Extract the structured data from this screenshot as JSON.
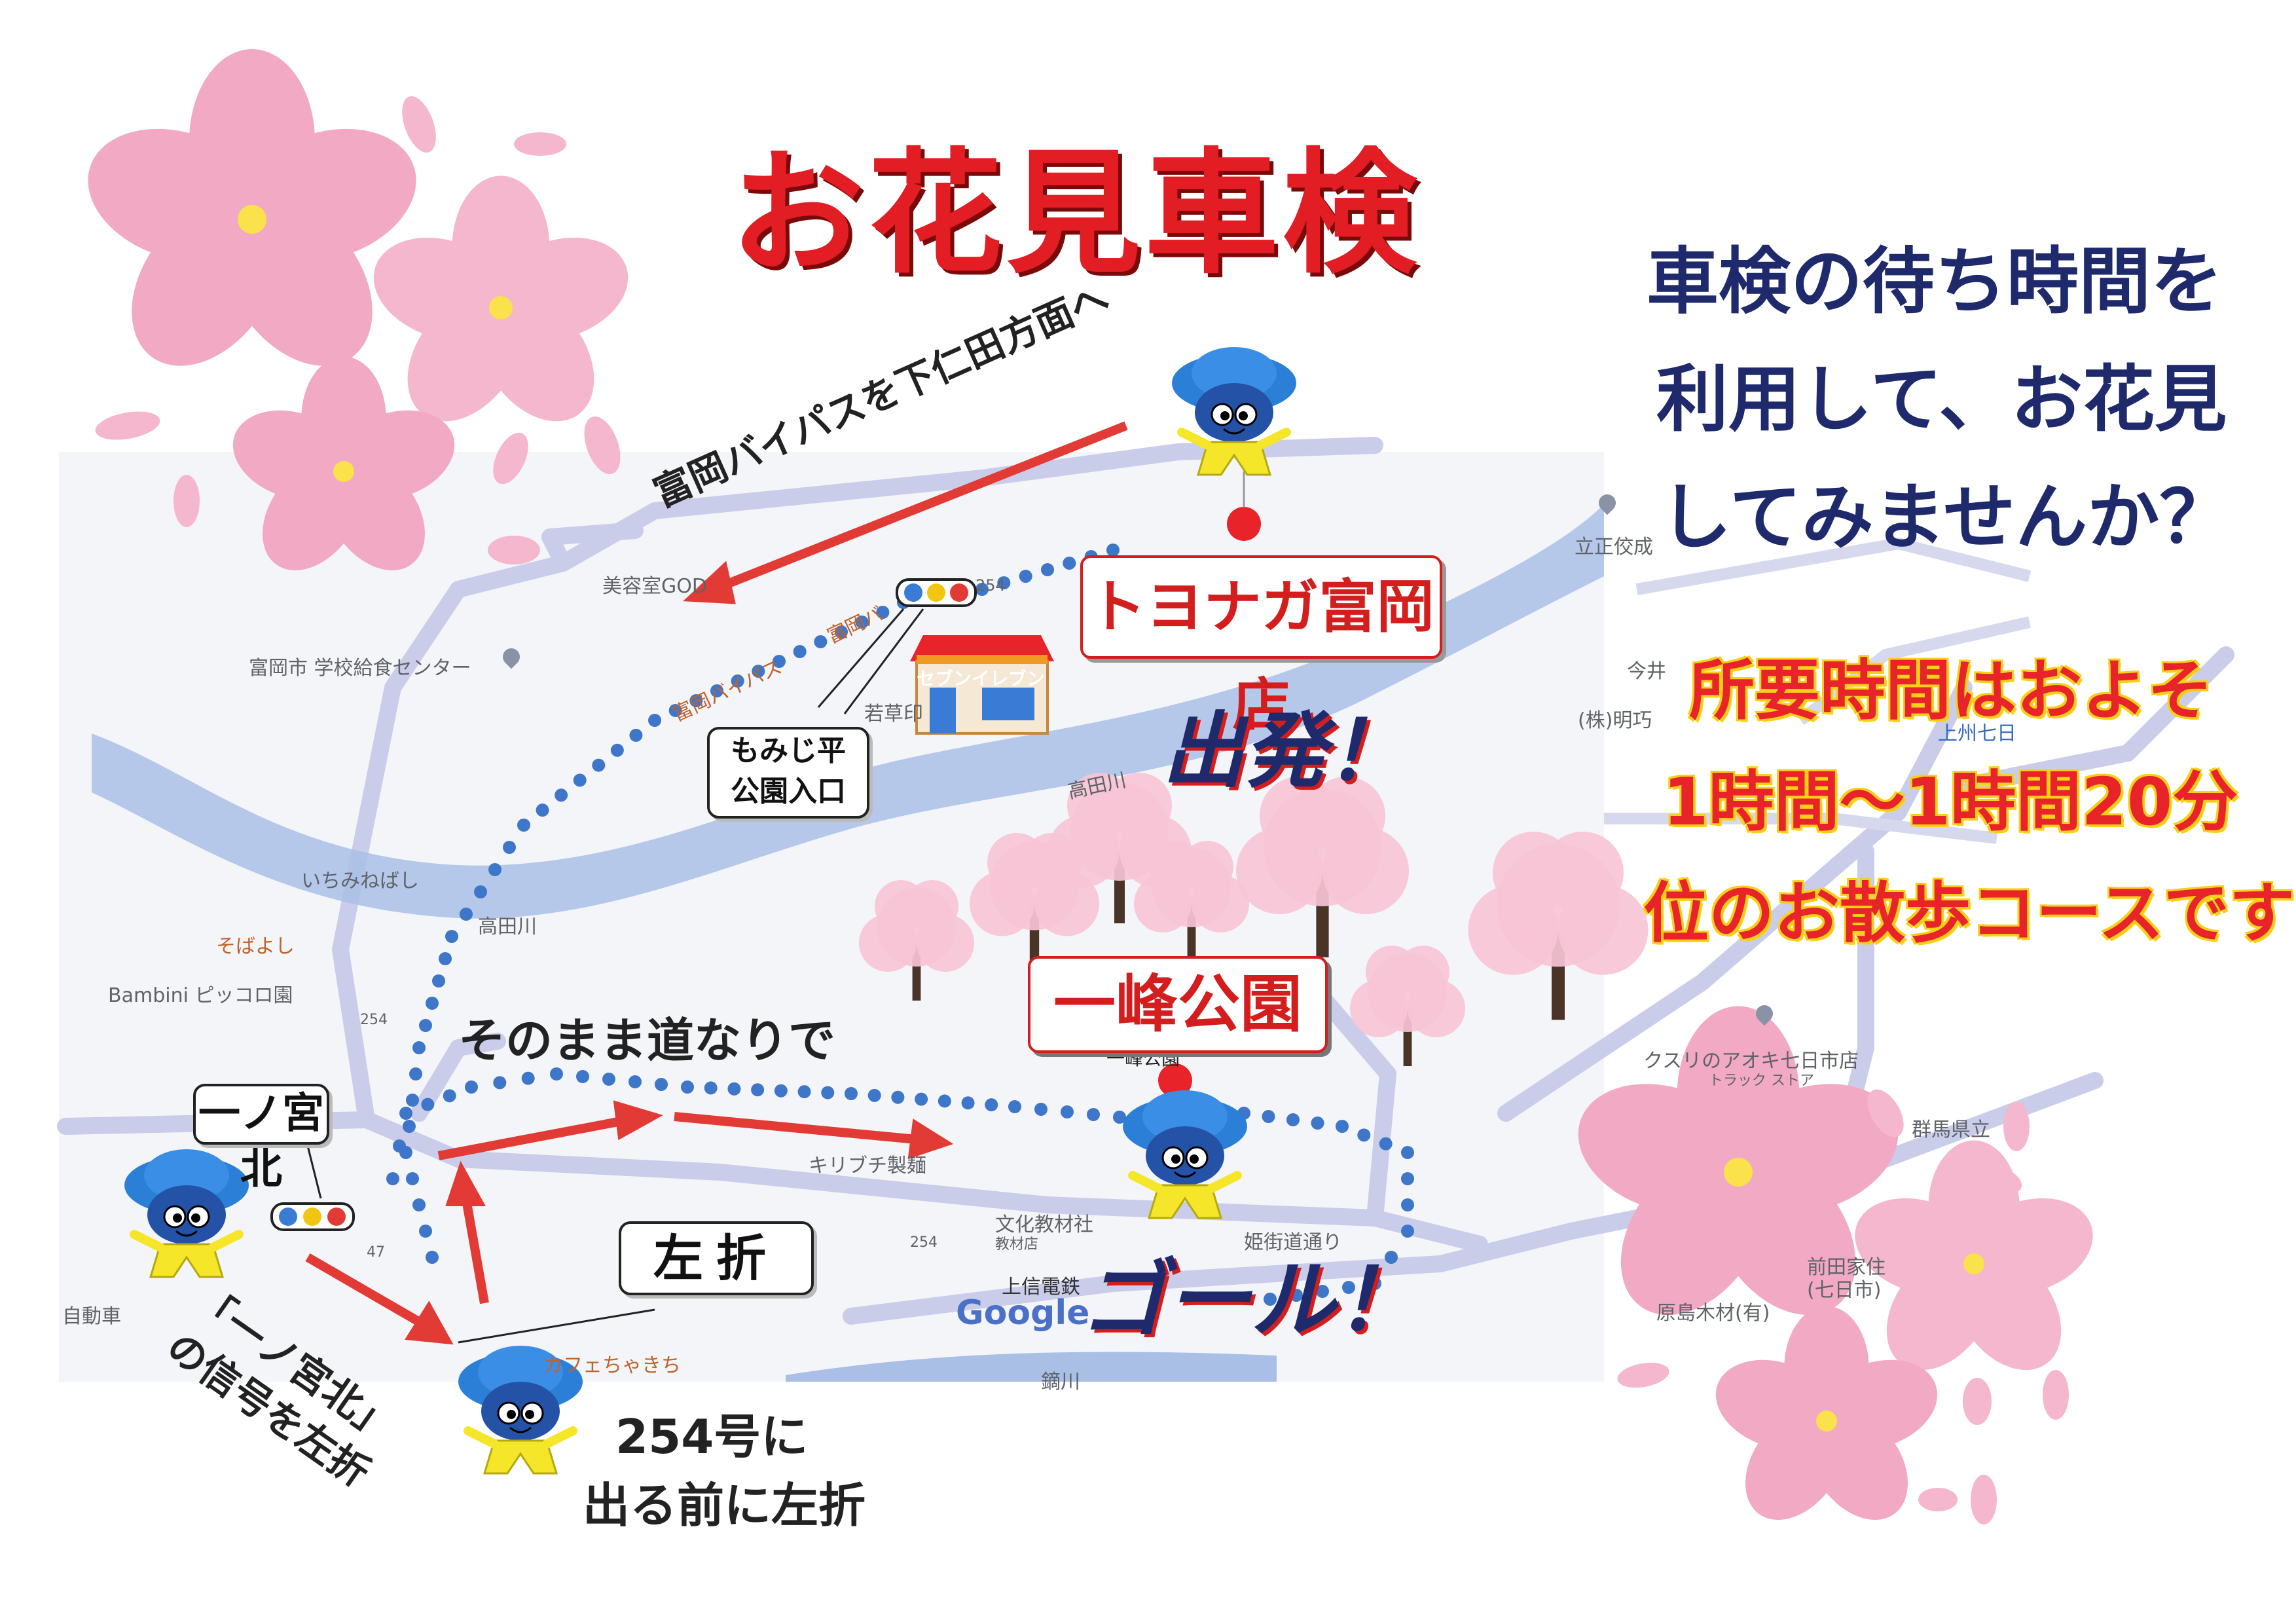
{
  "title": "お花見車検",
  "headline": {
    "line1": "車検の待ち時間を",
    "line2": "利用して、お花見",
    "line3": "してみませんか？"
  },
  "duration": {
    "line1": "所要時間はおよそ",
    "line2": "1時間～1時間20分",
    "line3": "位のお散歩コースです"
  },
  "callouts": {
    "start_store": "トヨナガ富岡店",
    "start": "出発！",
    "park": "一峰公園",
    "goal": "ゴール！",
    "road_direction": "富岡バイパスを下仁田方面へ",
    "straight": "そのまま道なりで",
    "turn_left": "左折",
    "ichinomiya_box": "一ノ宮北",
    "signal_left_1": "「一ノ宮北」",
    "signal_left_2": "の信号を左折",
    "before_route_1": "254号に",
    "before_route_2": "出る前に左折",
    "momiji_1": "もみじ平",
    "momiji_2": "公園入口",
    "seven_eleven": "セブンイレブン"
  },
  "map_labels": {
    "salon": "美容室GOD",
    "lunch_center": "富岡市 学校給食センター",
    "bypass1": "富岡バイパス",
    "bypass2": "富岡バ",
    "route254_a": "254",
    "wakakusa": "若草印",
    "takata_river_1": "高田川",
    "takata_river_2": "高田川",
    "ichimine_bridge": "いちみねばし",
    "sobayoshi": "そばよし",
    "bambini": "Bambini ピッコロ園",
    "route254_b": "254",
    "ichimine_park": "一峰公園",
    "kiribuchi": "キリブチ製麺",
    "bunka": "文化教材社",
    "bunka_sub": "教材店",
    "route254_c": "254",
    "joshin": "上信電鉄",
    "hime_street": "姫街道通り",
    "google": "Google",
    "cafe": "カフェちゃきち",
    "kabura_river": "鏑川",
    "route47": "47",
    "car_shop": "自動車",
    "rissei": "立正佼成",
    "imai": "今井",
    "meikou": "(株)明巧",
    "kozuke": "上州七日",
    "kusuri": "クスリのアオキ七日市店",
    "kusuri_sub": "トラック ストア",
    "gunma": "群馬県立",
    "maeda": "前田家住",
    "nanokaichi": "(七日市)",
    "harashima": "原島木材(有)"
  },
  "colors": {
    "title_red": "#e21d24",
    "navy": "#1e2a6b",
    "route_dot": "#3e76c9",
    "road": "#c9cdea",
    "river": "#4a7fd0",
    "arrow_red": "#e23a35",
    "sakura_pink": "#f4b7cd"
  },
  "icons": [
    "cherry-blossom-icon",
    "traffic-light-icon",
    "mascot-icon",
    "map-pin-icon",
    "convenience-store-icon",
    "cherry-tree-icon",
    "red-dot-icon"
  ]
}
